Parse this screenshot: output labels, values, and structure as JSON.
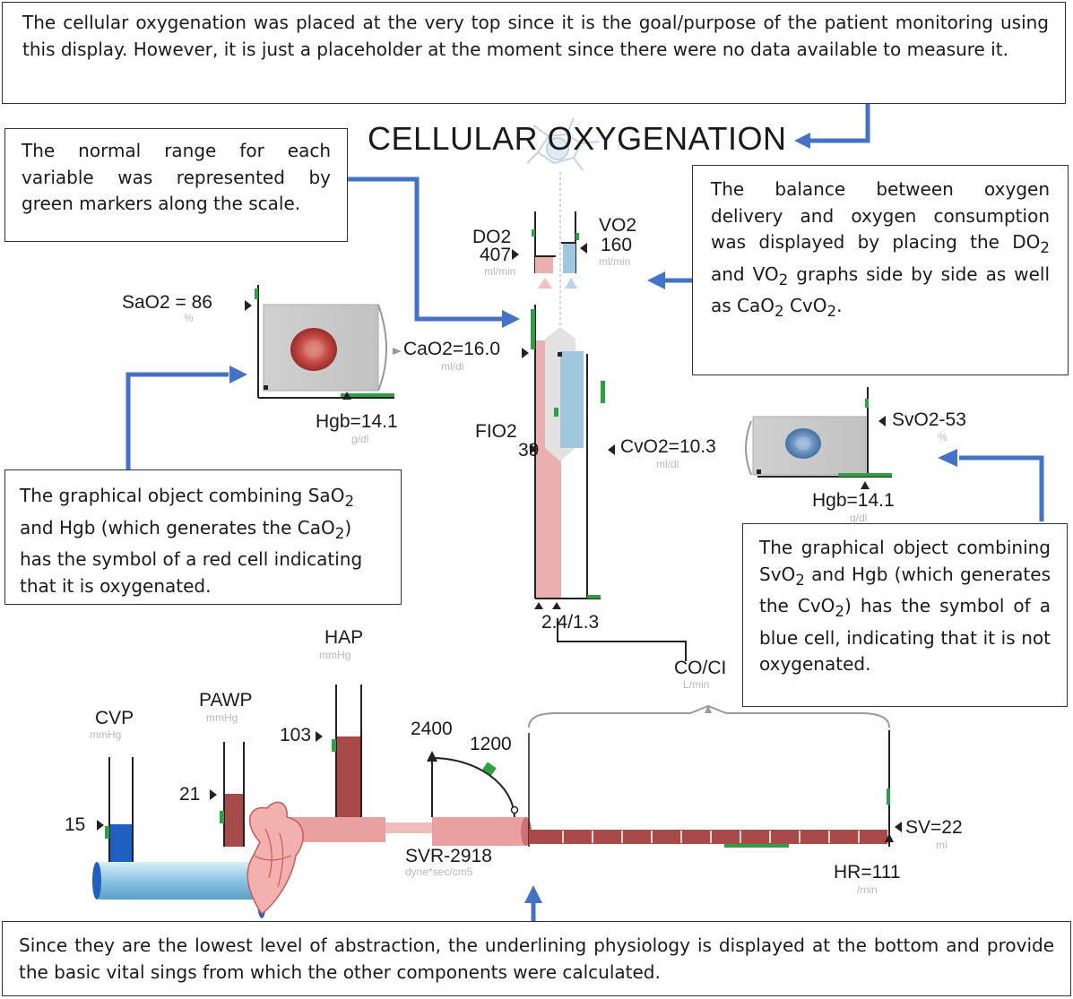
{
  "title": "CELLULAR OXYGENATION",
  "notes": {
    "top": "The cellular oxygenation was placed at the very top since it is the goal/purpose of the patient monitoring using this display. However, it is just a placeholder at the moment since there were no data available to measure it.",
    "normal_range": "The normal range for each variable was represented by green markers along the scale.",
    "balance_html": "The balance between oxygen delivery and oxygen consumption was displayed by placing the DO<sub>2</sub> and VO<sub>2</sub> graphs side by side as well as CaO<sub>2</sub> CvO<sub>2</sub>.",
    "red_cell_html": "The graphical object combining SaO<sub>2</sub> and Hgb (which generates the CaO<sub>2</sub>) has the symbol of a red cell indicating that it is oxygenated.",
    "blue_cell_html": "The graphical object combining SvO<sub>2</sub> and Hgb (which generates the CvO<sub>2</sub>) has the symbol of a blue cell, indicating that it is not oxygenated.",
    "bottom": "Since they are the lowest level of abstraction, the underlining physiology is displayed at the bottom and provide the basic vital sings from which the other components were calculated."
  },
  "labels": {
    "do2": "DO2",
    "do2_val": "407",
    "do2_unit": "ml/min",
    "vo2": "VO2",
    "vo2_val": "160",
    "vo2_unit": "ml/min",
    "sao2": "SaO2 = 86",
    "sao2_unit": "%",
    "cao2": "CaO2=16.0",
    "cao2_unit": "ml/dl",
    "hgb_left": "Hgb=14.1",
    "hgb_left_unit": "g/dl",
    "fio2": "FIO2",
    "fio2_val": "39",
    "cvo2": "CvO2=10.3",
    "cvo2_unit": "ml/dl",
    "svo2": "SvO2-53",
    "svo2_unit": "%",
    "hgb_right": "Hgb=14.1",
    "hgb_right_unit": "g/dl",
    "co_ci_val": "2.4/1.3",
    "co_ci": "CO/CI",
    "co_ci_unit": "L/min",
    "hap": "HAP",
    "hap_unit": "mmHg",
    "hap_val": "103",
    "pawp": "PAWP",
    "pawp_unit": "mmHg",
    "pawp_val": "21",
    "cvp": "CVP",
    "cvp_unit": "mmHg",
    "cvp_val": "15",
    "svr_2400": "2400",
    "svr_1200": "1200",
    "svr": "SVR-2918",
    "svr_unit": "dyne*sec/cm5",
    "sv": "SV=22",
    "sv_unit": "ml",
    "hr": "HR=111",
    "hr_unit": "/min"
  },
  "colors": {
    "arrow": "#4472c4",
    "normal_marker": "#2ea043",
    "oxygenated": "#e8a0a0",
    "deoxygenated": "#a8cce0",
    "bar_dark_red": "#a94a4a",
    "bar_blue": "#1f5fbf"
  },
  "icons": [
    "neuron-icon",
    "red-blood-cell-icon",
    "blue-blood-cell-icon",
    "heart-icon"
  ]
}
